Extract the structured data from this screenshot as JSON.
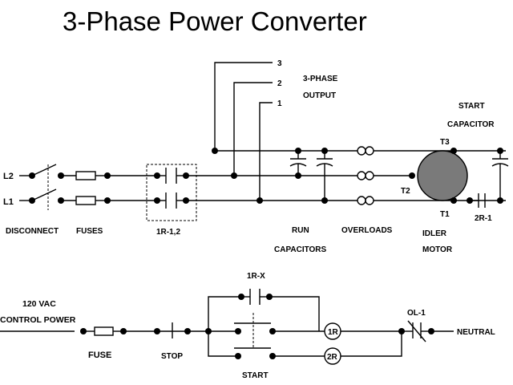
{
  "title": "3-Phase Power Converter",
  "output": {
    "terminal_3": "3",
    "terminal_2": "2",
    "terminal_1": "1",
    "label_line1": "3-PHASE",
    "label_line2": "OUTPUT"
  },
  "lines": {
    "l2": "L2",
    "l1": "L1"
  },
  "labels": {
    "disconnect": "DISCONNECT",
    "fuses": "FUSES",
    "relay_contacts": "1R-1,2",
    "run_capacitors_line1": "RUN",
    "run_capacitors_line2": "CAPACITORS",
    "overloads": "OVERLOADS",
    "idler_motor_line1": "IDLER",
    "idler_motor_line2": "MOTOR",
    "start_capacitor_line1": "START",
    "start_capacitor_line2": "CAPACITOR",
    "t1": "T1",
    "t2": "T2",
    "t3": "T3",
    "contact_2r1": "2R-1"
  },
  "control": {
    "supply_line1": "120 VAC",
    "supply_line2": "CONTROL POWER",
    "fuse": "FUSE",
    "stop": "STOP",
    "start": "START",
    "holding_contact": "1R-X",
    "overload_contact": "OL-1",
    "neutral": "NEUTRAL",
    "coil_1r": "1R",
    "coil_2r": "2R"
  },
  "colors": {
    "ink": "#000000",
    "motor_fill": "#7a7a7a",
    "background": "#ffffff"
  }
}
